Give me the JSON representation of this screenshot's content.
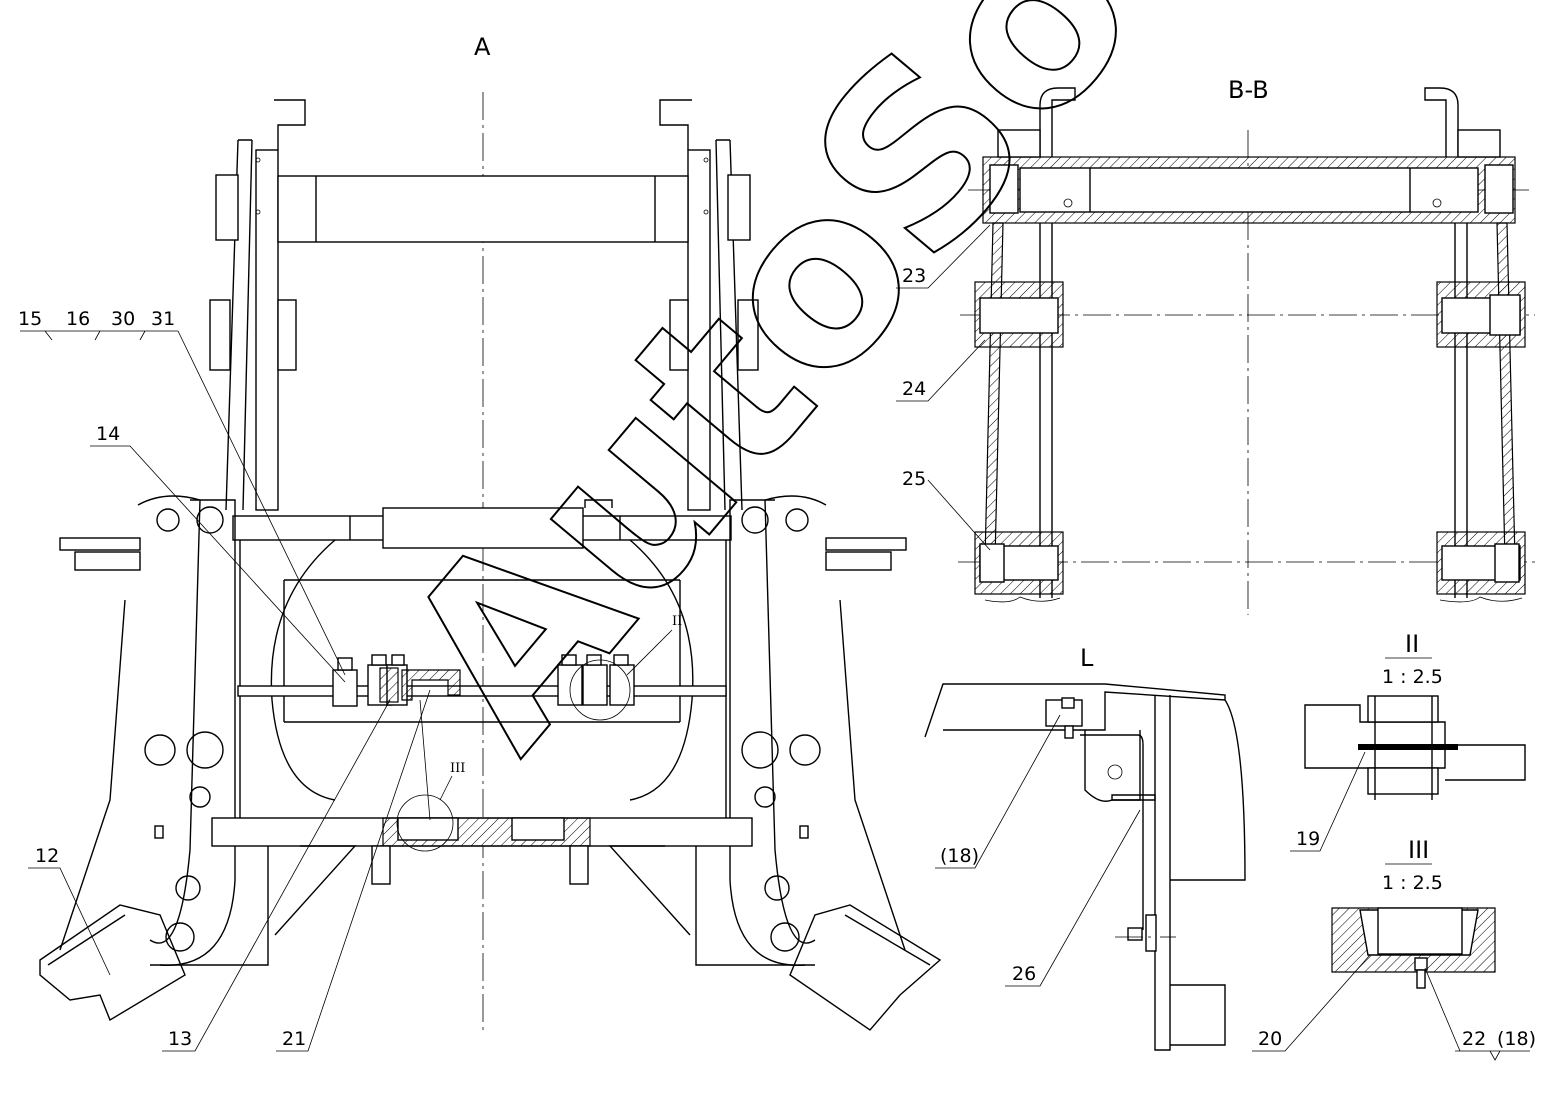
{
  "views": {
    "a": "A",
    "bb": "B-B",
    "l": "L",
    "detail2": {
      "title": "II",
      "scale": "1 : 2.5"
    },
    "detail3": {
      "title": "III",
      "scale": "1 : 2.5"
    },
    "marker2": "II",
    "marker3": "III"
  },
  "callouts": {
    "c15": "15",
    "c16": "16",
    "c30": "30",
    "c31": "31",
    "c14": "14",
    "c12": "12",
    "c13": "13",
    "c21": "21",
    "c23": "23",
    "c24": "24",
    "c25": "25",
    "c18a": "(18)",
    "c26": "26",
    "c19": "19",
    "c20": "20",
    "c22": "22",
    "c18b": "(18)"
  },
  "watermark": "AutoSoft"
}
